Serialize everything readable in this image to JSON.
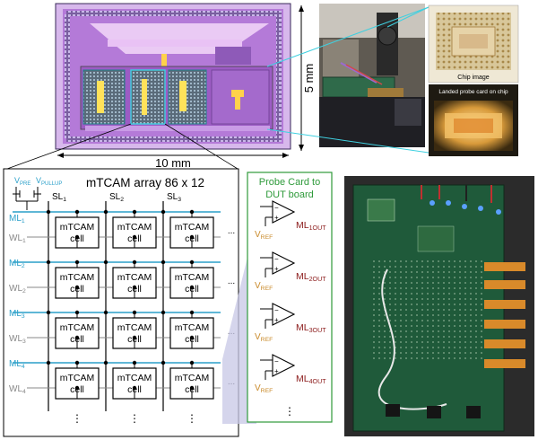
{
  "layout": {
    "die_width_label": "10 mm",
    "die_height_label": "5 mm"
  },
  "photos": {
    "chip_image_label": "Chip image",
    "probe_card_label": "Landed probe card on chip"
  },
  "array": {
    "title": "mTCAM array 86 x 12",
    "cell_label_top": "mTCAM",
    "cell_label_bottom": "cell",
    "vpre_main": "V",
    "vpre_sub": "PRE",
    "vpullup_main": "V",
    "vpullup_sub": "PULLUP",
    "sl_labels": [
      {
        "main": "SL",
        "sub": "1"
      },
      {
        "main": "SL",
        "sub": "2"
      },
      {
        "main": "SL",
        "sub": "3"
      }
    ],
    "ml_labels": [
      {
        "main": "ML",
        "sub": "1"
      },
      {
        "main": "ML",
        "sub": "2"
      },
      {
        "main": "ML",
        "sub": "3"
      },
      {
        "main": "ML",
        "sub": "4"
      }
    ],
    "wl_labels": [
      {
        "main": "WL",
        "sub": "1"
      },
      {
        "main": "WL",
        "sub": "2"
      },
      {
        "main": "WL",
        "sub": "3"
      },
      {
        "main": "WL",
        "sub": "4"
      }
    ],
    "ellipsis": "...",
    "vdots": "⋮"
  },
  "probe": {
    "title_line1": "Probe Card to",
    "title_line2": "DUT board",
    "vref_main": "V",
    "vref_sub": "REF",
    "ml_out": [
      {
        "main": "ML",
        "sub": "1OUT"
      },
      {
        "main": "ML",
        "sub": "2OUT"
      },
      {
        "main": "ML",
        "sub": "3OUT"
      },
      {
        "main": "ML",
        "sub": "4OUT"
      }
    ],
    "vdots": "⋮"
  },
  "colors": {
    "ml_blue": "#2a9fc9",
    "probe_green": "#2e9a3a",
    "vref_orange": "#c98a2a",
    "mlout_red": "#8b1a1a",
    "die_purple": "#b47ad8",
    "pcb_green": "#1f5a3a"
  }
}
